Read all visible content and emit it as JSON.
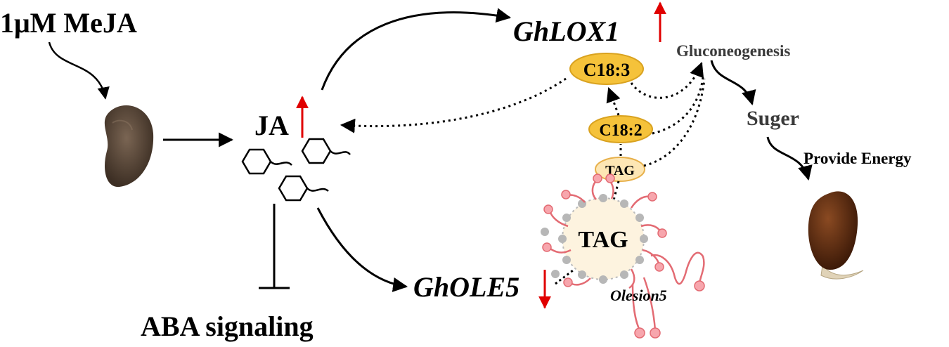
{
  "labels": {
    "treatment": "1μM MeJA",
    "ja": "JA",
    "aba": "ABA signaling",
    "lox": "GhLOX1",
    "ole": "GhOLE5",
    "c183": "C18:3",
    "c182": "C18:2",
    "tag_small": "TAG",
    "tag_big": "TAG",
    "oleosin": "Olesion5",
    "gluco": "Gluconeogenesis",
    "sugar": "Suger",
    "energy": "Provide Energy"
  },
  "colors": {
    "up_arrow": "#e00000",
    "down_arrow": "#e00000",
    "fatty_acid_fill": "#f5c23a",
    "tag_fill": "#fde6b4",
    "droplet_fill": "#fdf3df",
    "oleosin_stroke": "#e36b73",
    "phospholipid_head": "#b7b7b7",
    "seed": "#5e4a3a",
    "sprout": "#6b3418"
  },
  "icons": {
    "ja_molecule": "cyclohexane-chain-icon",
    "seed": "seed-icon",
    "germinating_seed": "germinating-seed-icon",
    "lipid_droplet": "lipid-droplet-icon"
  }
}
